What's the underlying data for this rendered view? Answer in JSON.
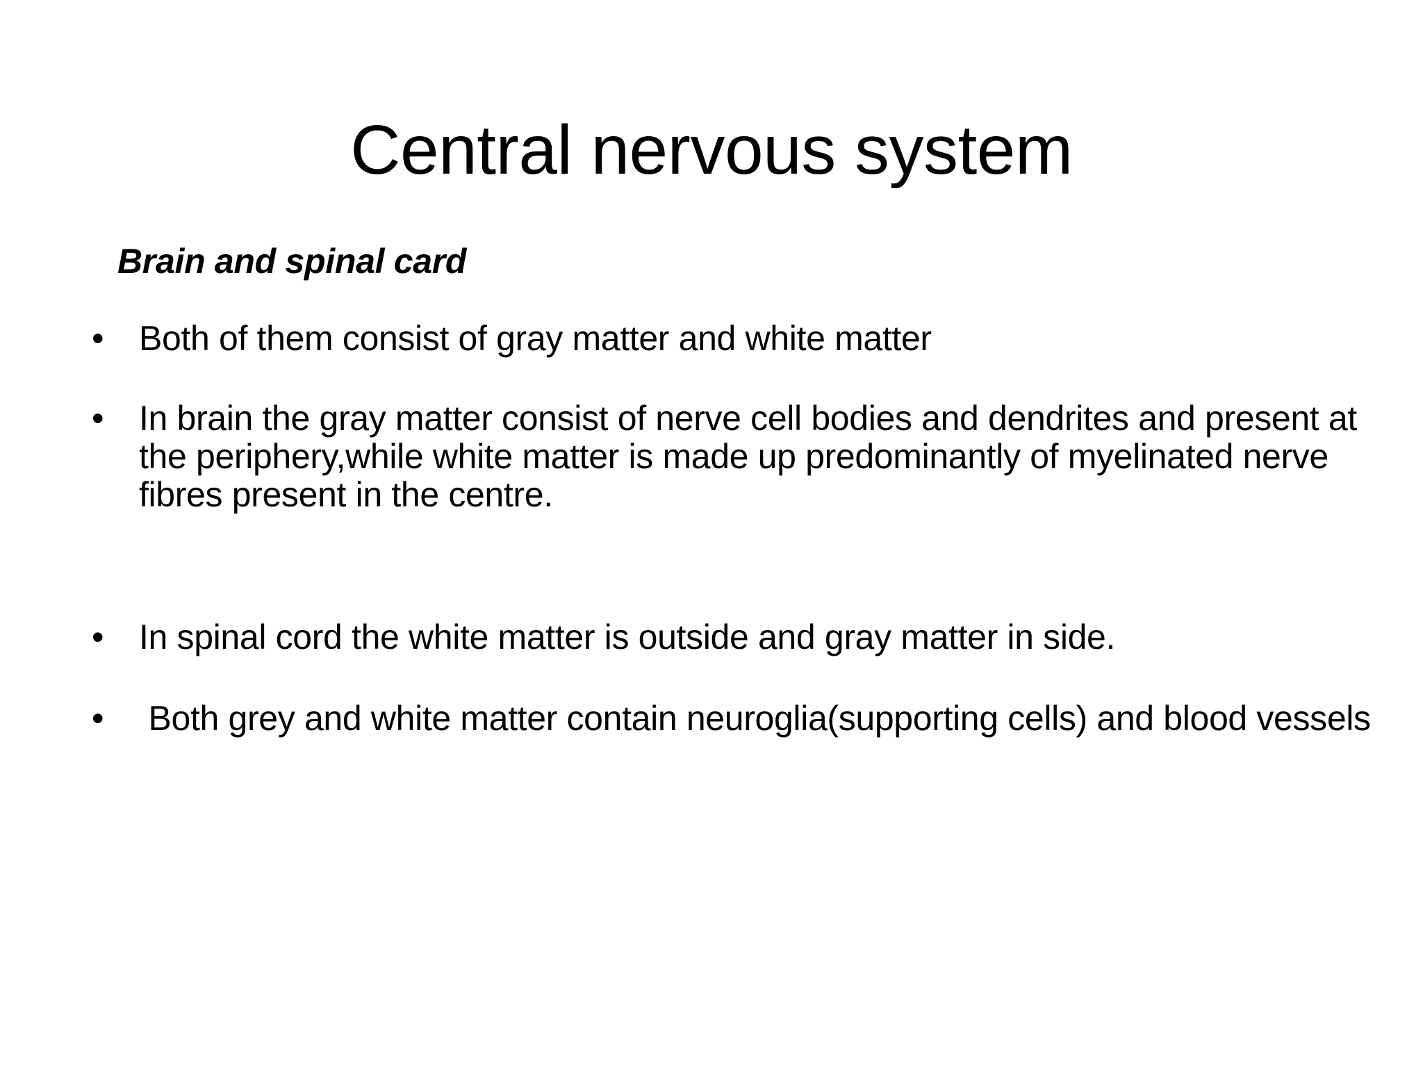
{
  "slide": {
    "background_color": "#ffffff",
    "text_color": "#000000",
    "title": "Central nervous system",
    "subheading": "Brain and spinal card",
    "bullet_marker": "•",
    "bullets": [
      {
        "id": "bullet-gray-white-matter",
        "text": "Both of them consist of gray matter and white matter"
      },
      {
        "id": "bullet-brain-gray-matter",
        "text": "In brain the gray matter consist of nerve cell bodies and dendrites and present at the periphery,while white matter is made up predominantly of myelinated nerve fibres present in the centre."
      },
      {
        "id": "bullet-spinal-cord",
        "text": "In spinal cord the white matter is outside and gray matter in side."
      },
      {
        "id": "bullet-neuroglia",
        "text": " Both grey and white matter contain neuroglia(supporting cells) and blood vessels"
      }
    ]
  }
}
